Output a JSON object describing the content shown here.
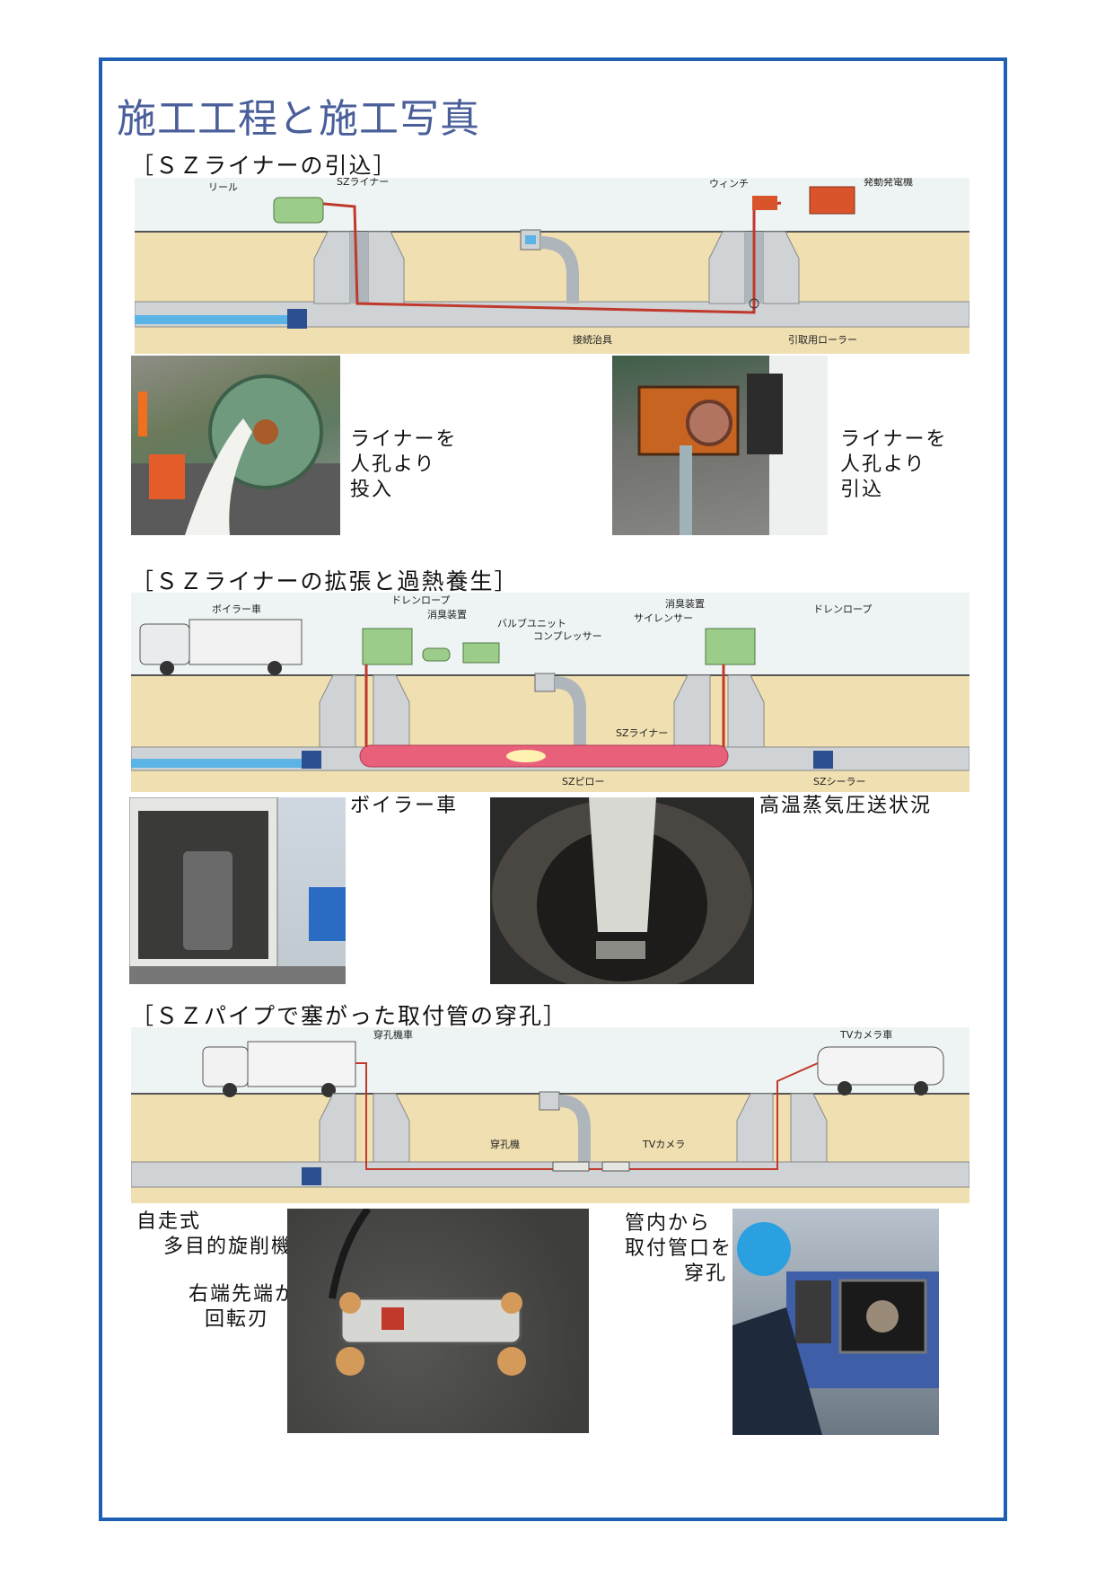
{
  "page": {
    "title": "施工工程と施工写真"
  },
  "section1": {
    "heading": "［ＳＺライナーの引込］",
    "diagram_labels": {
      "reel": "リール",
      "liner": "SZライナー",
      "winch": "ウィンチ",
      "generator": "発動発電機",
      "joint": "接続治具",
      "roller": "引取用ローラー"
    },
    "caption_left": [
      "ライナーを",
      "人孔より",
      "投入"
    ],
    "caption_right": [
      "ライナーを",
      "人孔より",
      "引込"
    ]
  },
  "section2": {
    "heading": "［ＳＺライナーの拡張と過熱養生］",
    "diagram_labels": {
      "boiler_truck": "ボイラー車",
      "drain_rope1": "ドレンロープ",
      "deodorizer1": "消臭装置",
      "valve_unit": "バルブユニット",
      "compressor": "コンプレッサー",
      "deodorizer2": "消臭装置",
      "silencer": "サイレンサー",
      "drain_rope2": "ドレンロープ",
      "liner": "SZライナー",
      "pillow": "SZピロー",
      "sealer": "SZシーラー"
    },
    "caption_boiler": "ボイラー車",
    "caption_steam": "高温蒸気圧送状況"
  },
  "section3": {
    "heading": "［ＳＺパイプで塞がった取付管の穿孔］",
    "diagram_labels": {
      "drill_truck": "穿孔機車",
      "tv_truck": "TVカメラ車",
      "drill": "穿孔機",
      "tv_camera": "TVカメラ"
    },
    "caption_machine": [
      "自走式",
      "多目的旋削機"
    ],
    "caption_blade": [
      "右端先端が",
      "回転刃"
    ],
    "caption_drill": [
      "管内から",
      "取付管口を",
      "穿孔"
    ]
  },
  "colors": {
    "frame": "#1e5fb4",
    "soil": "#f0dfb0",
    "concrete": "#cfd3d6",
    "water": "#5bb3e6",
    "liner": "#c0392b",
    "pillow": "#e8607a",
    "equipment_green": "#9ccc8a"
  }
}
